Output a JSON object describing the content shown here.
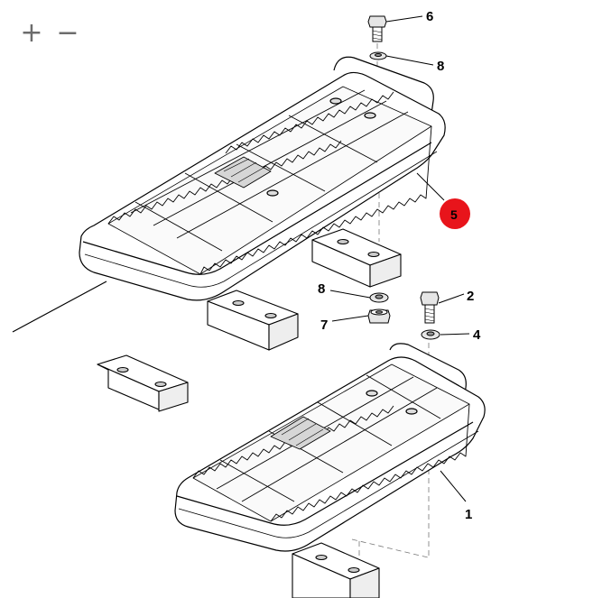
{
  "zoom": {
    "in_label": "+",
    "out_label": "−"
  },
  "callouts": {
    "c6": "6",
    "c8_top": "8",
    "c5": "5",
    "c8_mid": "8",
    "c7": "7",
    "c2": "2",
    "c4": "4",
    "c1": "1"
  },
  "colors": {
    "highlight": "#e8141b",
    "line": "#000000",
    "shadow": "#e2e2e2"
  },
  "icons": [
    "plus-icon",
    "minus-icon"
  ]
}
